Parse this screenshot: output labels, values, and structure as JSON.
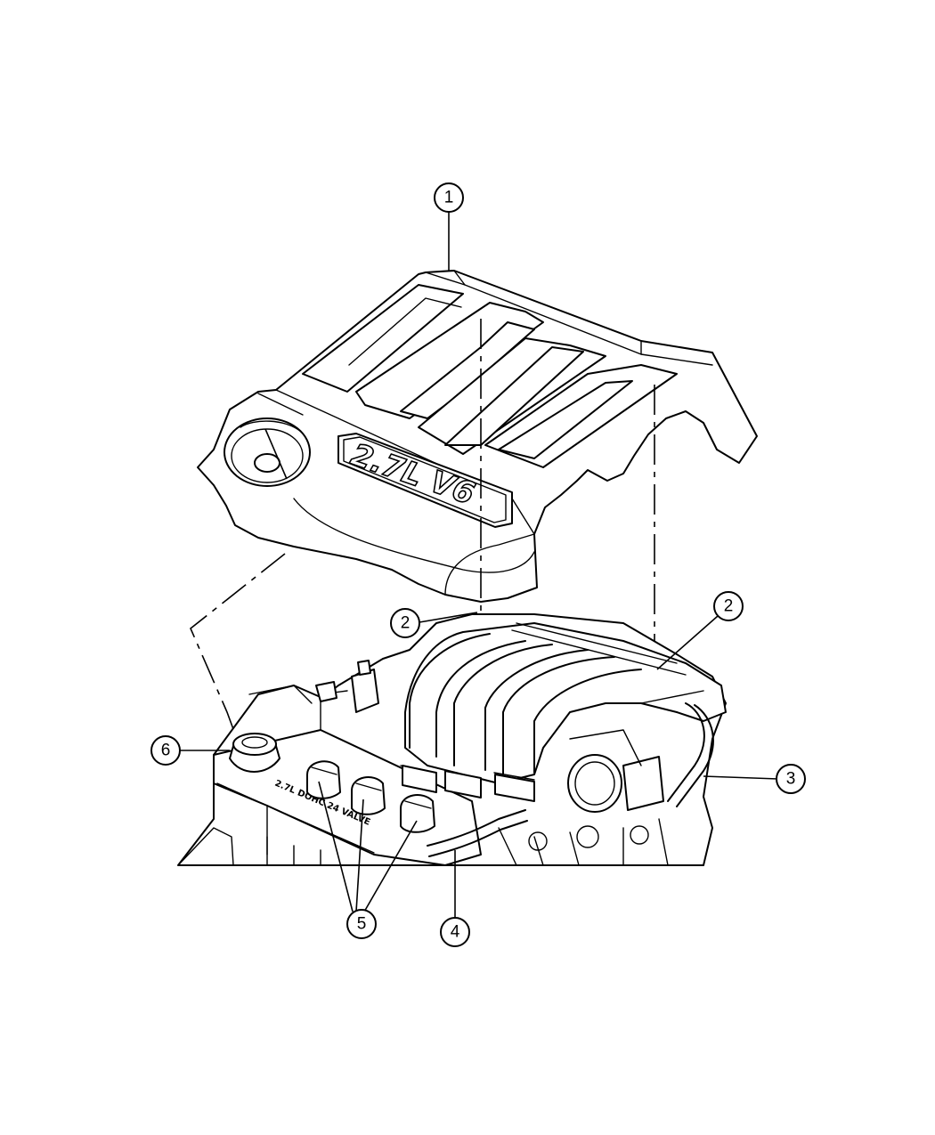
{
  "figure": {
    "emblem_text": "2.7L V6",
    "head_text": "2.7L DOHC 24 VALVE"
  },
  "callouts": [
    {
      "id": "c1",
      "label": "1"
    },
    {
      "id": "c2a",
      "label": "2"
    },
    {
      "id": "c2b",
      "label": "2"
    },
    {
      "id": "c3",
      "label": "3"
    },
    {
      "id": "c4",
      "label": "4"
    },
    {
      "id": "c5",
      "label": "5"
    },
    {
      "id": "c6",
      "label": "6"
    }
  ]
}
